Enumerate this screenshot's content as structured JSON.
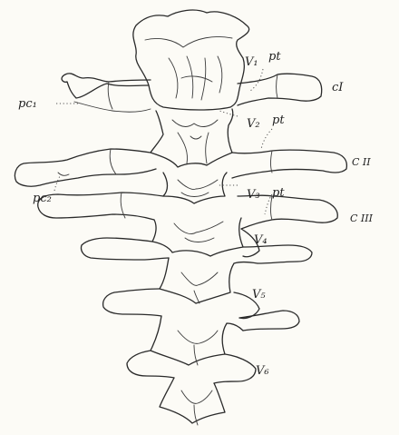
{
  "figure": {
    "labels": {
      "v1": "V₁",
      "v2": "V₂",
      "v3": "V₃",
      "v4": "V₄",
      "v5": "V₅",
      "v6": "V₆",
      "pt1": "pt",
      "pt2": "pt",
      "pt3": "pt",
      "pc1": "pc₁",
      "pc2": "pc₂",
      "c1": "cI",
      "c2": "C II",
      "c3": "C III"
    }
  }
}
